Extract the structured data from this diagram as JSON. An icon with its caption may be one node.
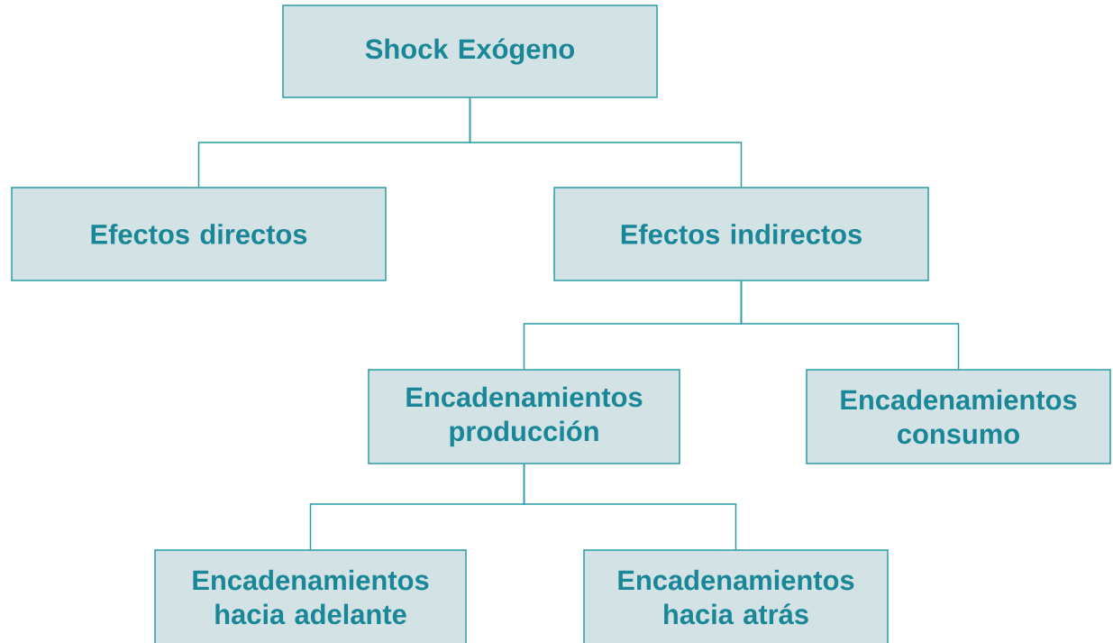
{
  "diagram": {
    "nodes": [
      {
        "text": [
          "Shock Exógeno"
        ]
      },
      {
        "text": [
          "Efectos directos"
        ]
      },
      {
        "text": [
          "Efectos indirectos"
        ]
      },
      {
        "text": [
          "Encadenamientos producción"
        ]
      },
      {
        "text": [
          "Encadenamientos consumo"
        ]
      },
      {
        "text": [
          "Encadenamientos hacia adelante"
        ]
      },
      {
        "text": [
          "Encadenamientos hacia atrás"
        ]
      }
    ],
    "edges": [
      {
        "from": 0,
        "to": 1,
        "arrow": "none"
      },
      {
        "from": 0,
        "to": 2,
        "arrow": "none"
      },
      {
        "from": 2,
        "to": 3,
        "arrow": "none"
      },
      {
        "from": 2,
        "to": 4,
        "arrow": "none"
      },
      {
        "from": 3,
        "to": 5,
        "arrow": "none"
      },
      {
        "from": 3,
        "to": 6,
        "arrow": "none"
      }
    ]
  }
}
